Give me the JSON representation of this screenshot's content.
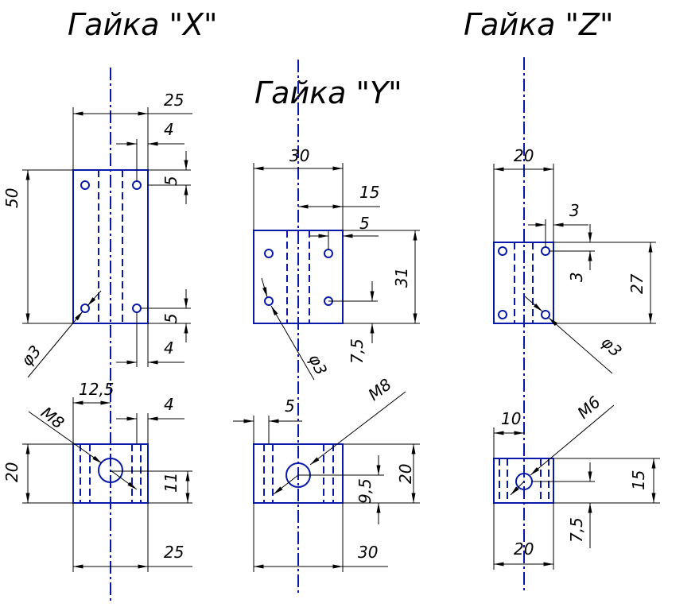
{
  "titles": {
    "x": "Гайка \"X\"",
    "y": "Гайка \"Y\"",
    "z": "Гайка \"Z\""
  },
  "nut_x": {
    "top": {
      "width": "25",
      "hole_offset_top": "4",
      "height": "50",
      "hole_top": "5",
      "hole_bottom": "5",
      "hole_offset_bottom": "4",
      "hole_dia": "φ3"
    },
    "bottom": {
      "center_offset": "12,5",
      "slot_offset": "4",
      "height": "20",
      "thread_height": "11",
      "width": "25",
      "thread": "M8"
    }
  },
  "nut_y": {
    "top": {
      "width": "30",
      "half_width": "15",
      "hole_offset": "5",
      "height": "31",
      "hole_bottom": "7,5",
      "hole_dia": "φ3"
    },
    "bottom": {
      "slot_offset": "5",
      "thread": "M8",
      "height": "20",
      "thread_height": "9,5",
      "width": "30"
    }
  },
  "nut_z": {
    "top": {
      "width": "20",
      "hole_offset": "3",
      "hole_top": "3",
      "height": "27",
      "hole_dia": "φ3"
    },
    "bottom": {
      "center_offset": "10",
      "thread": "M6",
      "height": "15",
      "thread_height": "7,5",
      "width": "20"
    }
  },
  "colors": {
    "part": "#0a1aa8",
    "dimension": "#000000"
  }
}
